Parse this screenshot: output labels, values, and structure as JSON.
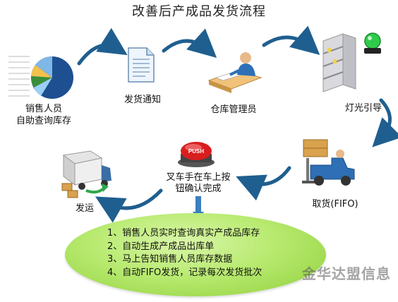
{
  "title": "改善后产成品发货流程",
  "steps": {
    "sales": {
      "line1": "销售人员",
      "line2": "自助查询库存"
    },
    "notice": "发货通知",
    "warehouse": "仓库管理员",
    "light": "灯光引导",
    "pickup": "取货(FIFO)",
    "forklift": {
      "line1": "叉车手在车上按",
      "line2": "钮确认完成",
      "button_text": "PUSH"
    },
    "ship": "发运"
  },
  "benefits": [
    "1、销售人员实时查询真实产成品库存",
    "2、自动生成产成品出库单",
    "3、马上告知销售人员库存数据",
    "4、自动FIFO发货，记录每次发货批次"
  ],
  "watermark": "金华达盟信息",
  "colors": {
    "arrow": "#1f5f8f",
    "ellipse": "#b8ea70",
    "push_button": "#d81e1e"
  }
}
